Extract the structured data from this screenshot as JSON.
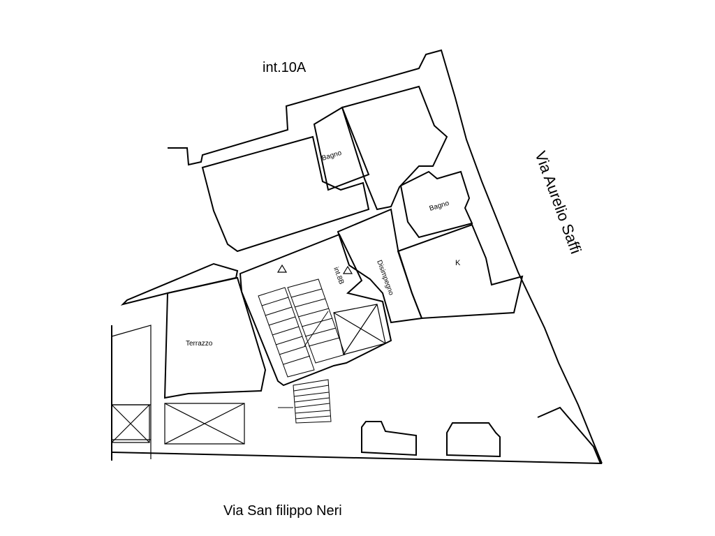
{
  "plan": {
    "unit_above_label": "int.10A",
    "street_right": "Via Aurelio Saffi",
    "street_bottom": "Via San filippo Neri",
    "unit_label": "int.8B",
    "rooms": {
      "bagno_upper": "Bagno",
      "bagno_lower": "Bagno",
      "kitchen": "K",
      "hallway": "Disimpegno",
      "terrace": "Terrazzo"
    }
  }
}
